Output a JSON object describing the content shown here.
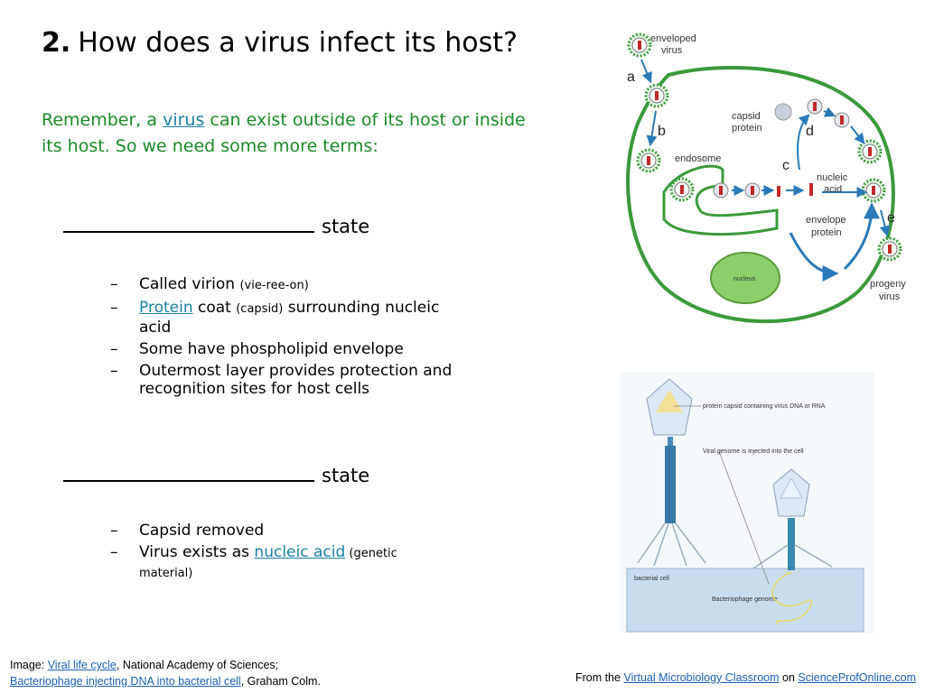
{
  "title": {
    "number": "2.",
    "text": "How does a virus infect its host?"
  },
  "intro": {
    "before": "Remember, a ",
    "link": "virus",
    "after": " can exist outside of its host or inside its host. So we need some more terms:"
  },
  "section1": {
    "heading": "state",
    "items": [
      {
        "text": "Called virion ",
        "small": "(vie-ree-on)"
      },
      {
        "link": "Protein",
        "text": " coat ",
        "small": "(capsid)",
        "rest": " surrounding nucleic acid"
      },
      {
        "text": "Some have phospholipid envelope"
      },
      {
        "text": "Outermost layer provides protection and recognition sites for host cells"
      }
    ]
  },
  "section2": {
    "heading": "state",
    "items": [
      {
        "text": "Capsid removed"
      },
      {
        "text": "Virus exists as ",
        "link": "nucleic acid",
        "small": " (genetic material)"
      }
    ]
  },
  "bullet_dash": "–",
  "lifecycle_diagram": {
    "labels": {
      "enveloped": "enveloped",
      "virus": "virus",
      "a": "a",
      "b": "b",
      "c": "c",
      "d": "d",
      "e": "e",
      "capsid": "capsid",
      "protein": "protein",
      "endosome": "endosome",
      "nucleic": "nucleic",
      "acid": "acid",
      "envelope": "envelope",
      "envelope_protein": "protein",
      "nucleus": "nucleus",
      "progeny": "progeny",
      "progeny_virus": "virus"
    },
    "colors": {
      "membrane": "#3a9a3a",
      "arrow": "#2a7ab8",
      "nucleus": "#8ccf6a",
      "virus_red": "#c0282a"
    }
  },
  "phage_diagram": {
    "label_capsid": "protein capsid containing virus DNA or RNA",
    "label_injected": "Viral genome is injected into the cell",
    "label_cell": "bacterial cell",
    "label_genome": "Bacteriophage genome"
  },
  "caption_left": {
    "line1_prefix": "Image: ",
    "line1_link": "Viral life cycle",
    "line1_suffix": ", National Academy of Sciences;",
    "line2_link": "Bacteriophage injecting DNA into bacterial cell",
    "line2_suffix": ", Graham Colm."
  },
  "caption_right": {
    "prefix": "From the  ",
    "link1": "Virtual Microbiology Classroom",
    "middle": " on ",
    "link2": "ScienceProfOnline.com"
  }
}
